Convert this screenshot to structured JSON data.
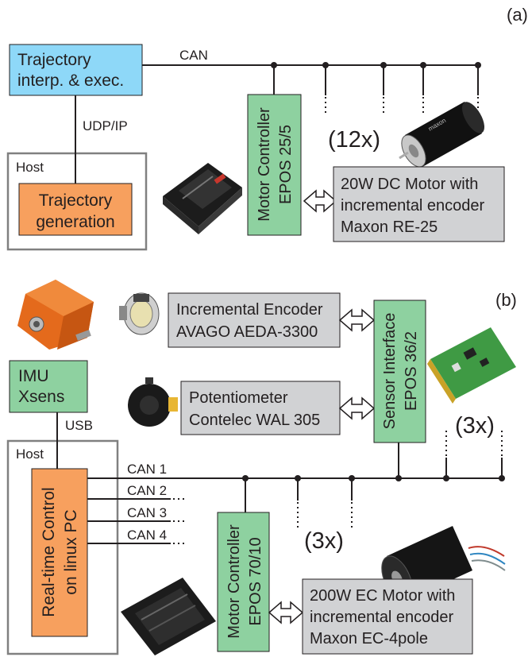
{
  "panel_a": {
    "label": "(a)",
    "trajectory_box": {
      "line1": "Trajectory",
      "line2": "interp. & exec."
    },
    "bus_label": "CAN",
    "link_label": "UDP/IP",
    "host_label": "Host",
    "generation_box": {
      "line1": "Trajectory",
      "line2": "generation"
    },
    "controller_box": {
      "line1": "Motor Controller",
      "line2": "EPOS 25/5"
    },
    "multiplier": "(12x)",
    "motor_box": {
      "line1": "20W DC Motor with",
      "line2": "incremental encoder",
      "line3": "Maxon RE-25"
    }
  },
  "panel_b": {
    "label": "(b)",
    "encoder_box": {
      "line1": "Incremental Encoder",
      "line2": "AVAGO AEDA-3300"
    },
    "imu_box": {
      "line1": "IMU",
      "line2": "Xsens"
    },
    "usb_label": "USB",
    "pot_box": {
      "line1": "Potentiometer",
      "line2": "Contelec WAL 305"
    },
    "sensor_box": {
      "line1": "Sensor Interface",
      "line2": "EPOS 36/2"
    },
    "sensor_multiplier": "(3x)",
    "host_label": "Host",
    "can_labels": [
      "CAN 1",
      "CAN 2",
      "CAN 3",
      "CAN 4"
    ],
    "realtime_box": {
      "line1": "Real-time Control",
      "line2": "on linux PC"
    },
    "controller_box": {
      "line1": "Motor Controller",
      "line2": "EPOS 70/10"
    },
    "motor_multiplier": "(3x)",
    "motor_box": {
      "line1": "200W EC Motor with",
      "line2": "incremental encoder",
      "line3": "Maxon EC-4pole"
    }
  },
  "colors": {
    "blue": "#8ed8f8",
    "orange": "#f7a05e",
    "green": "#8ed1a0",
    "gray": "#d1d2d4",
    "line": "#231f20",
    "host_border": "#808080"
  }
}
